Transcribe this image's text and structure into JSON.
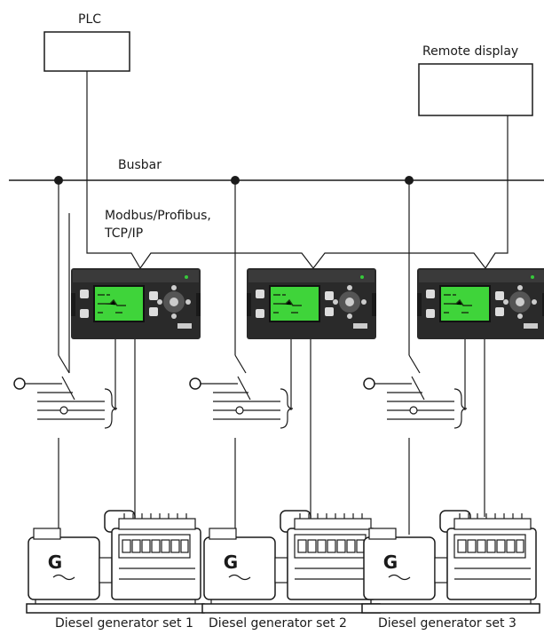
{
  "labels": {
    "plc": "PLC",
    "remote_display": "Remote display",
    "busbar": "Busbar",
    "comm_line1": "Modbus/Profibus,",
    "comm_line2": "TCP/IP"
  },
  "units": [
    {
      "caption": "Diesel generator set 1",
      "generator_letter": "G"
    },
    {
      "caption": "Diesel generator set 2",
      "generator_letter": "G"
    },
    {
      "caption": "Diesel generator set 3",
      "generator_letter": "G"
    }
  ],
  "colors": {
    "line": "#1a1a1a",
    "controller_body": "#2a2a2a",
    "controller_screen": "#3fd43a",
    "led": "#36c93a"
  }
}
